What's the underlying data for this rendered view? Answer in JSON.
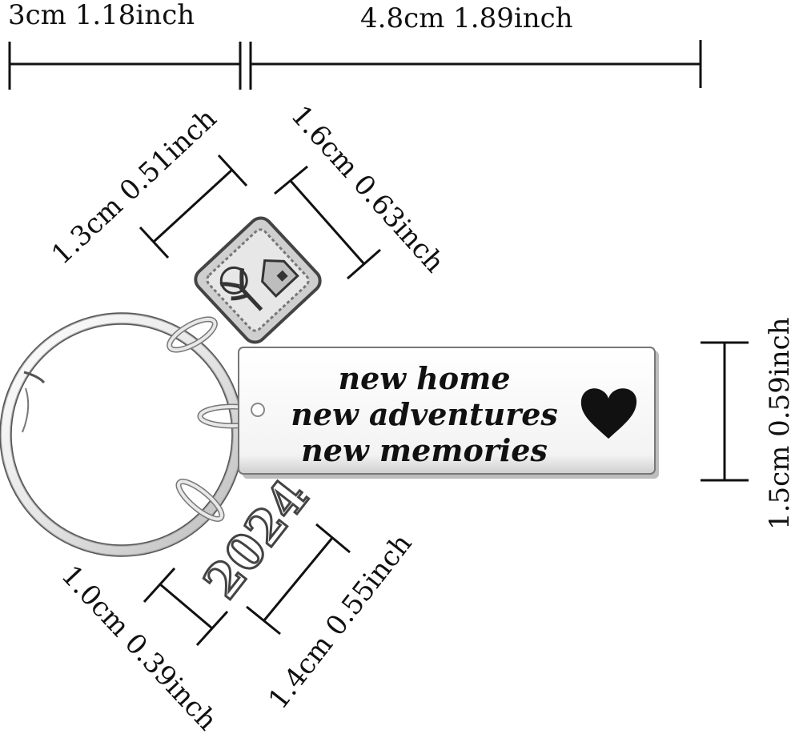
{
  "dimensions": {
    "ring_width": "3cm 1.18inch",
    "tag_width": "4.8cm 1.89inch",
    "house_charm_width": "1.3cm 0.51inch",
    "house_charm_height": "1.6cm 0.63inch",
    "tag_height": "1.5cm 0.59inch",
    "year_charm_width": "1.0cm 0.39inch",
    "year_charm_height": "1.4cm 0.55inch"
  },
  "tag": {
    "line1": "new home",
    "line2": "new adventures",
    "line3": "new memories"
  },
  "charm": {
    "year": "2024"
  },
  "icons": {
    "heart": "heart-icon",
    "house": "house-tree-icon"
  },
  "colors": {
    "ink": "#111111",
    "metal_light": "#f4f4f4",
    "metal_dark": "#8a8a8a"
  }
}
